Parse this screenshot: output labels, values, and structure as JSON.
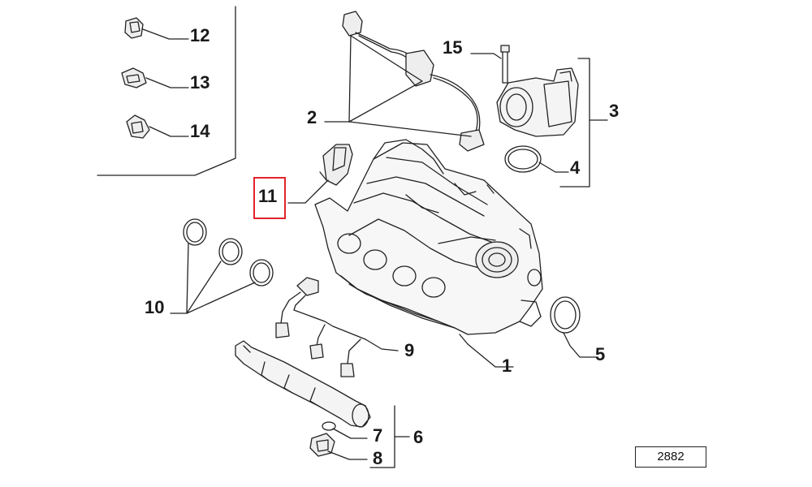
{
  "diagram": {
    "reference_code": "2882",
    "highlight_color": "#e0242b",
    "line_color": "#222222",
    "callouts": [
      {
        "id": "c1",
        "label": "1"
      },
      {
        "id": "c2",
        "label": "2"
      },
      {
        "id": "c3",
        "label": "3"
      },
      {
        "id": "c4",
        "label": "4"
      },
      {
        "id": "c5",
        "label": "5"
      },
      {
        "id": "c6",
        "label": "6"
      },
      {
        "id": "c7",
        "label": "7"
      },
      {
        "id": "c8",
        "label": "8"
      },
      {
        "id": "c9",
        "label": "9"
      },
      {
        "id": "c10",
        "label": "10"
      },
      {
        "id": "c11",
        "label": "11"
      },
      {
        "id": "c12",
        "label": "12"
      },
      {
        "id": "c13",
        "label": "13"
      },
      {
        "id": "c14",
        "label": "14"
      },
      {
        "id": "c15",
        "label": "15"
      }
    ],
    "highlighted_callout": "11"
  }
}
